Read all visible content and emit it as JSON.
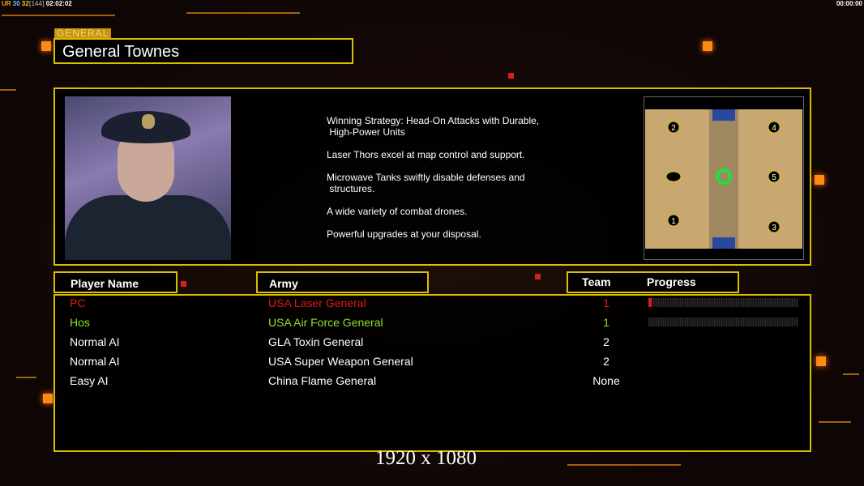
{
  "hud": {
    "left": [
      {
        "text": "UR",
        "color": "#f0a020"
      },
      {
        "text": " 30 ",
        "color": "#60c0ff"
      },
      {
        "text": "32",
        "color": "#f0d020"
      },
      {
        "text": "[144]",
        "color": "#888888"
      },
      {
        "text": " 02:02:02",
        "color": "#ffffff"
      }
    ],
    "right": "00:00:00"
  },
  "section_label": "GENERAL",
  "general_name": "General Townes",
  "description": [
    "Winning Strategy: Head-On Attacks with Durable,\n High-Power Units",
    "Laser Thors excel at map control and support.",
    "Microwave Tanks swiftly disable defenses and\n structures.",
    "A wide variety of combat drones.",
    "Powerful upgrades at your disposal."
  ],
  "map": {
    "slots": [
      "1",
      "2",
      "3",
      "4",
      "5"
    ]
  },
  "headers": {
    "player": "Player Name",
    "army": "Army",
    "team": "Team",
    "progress": "Progress"
  },
  "players": [
    {
      "name": "PC",
      "army": "USA Laser General",
      "team": "1",
      "color": "#e01818",
      "progress": 0.02,
      "show_bar": true
    },
    {
      "name": "Hos",
      "army": "USA Air Force General",
      "team": "1",
      "color": "#8ee028",
      "progress": 0,
      "show_bar": true
    },
    {
      "name": "Normal AI",
      "army": "GLA Toxin General",
      "team": "2",
      "color": "#ffffff",
      "show_bar": false
    },
    {
      "name": "Normal AI",
      "army": "USA Super Weapon General",
      "team": "2",
      "color": "#ffffff",
      "show_bar": false
    },
    {
      "name": "Easy AI",
      "army": "China Flame General",
      "team": "None",
      "color": "#ffffff",
      "show_bar": false
    }
  ],
  "resolution": "1920 x 1080"
}
